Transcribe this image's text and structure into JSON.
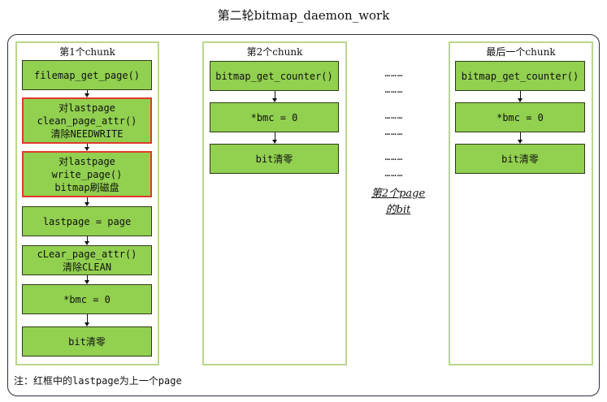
{
  "title": "第二轮bitmap_daemon_work",
  "chunks": [
    {
      "title": "第1个chunk",
      "boxes": [
        {
          "lines": [
            "filemap_get_page()"
          ],
          "red": false
        },
        {
          "lines": [
            "对lastpage",
            "clean_page_attr()",
            "清除NEEDWRITE"
          ],
          "red": true
        },
        {
          "lines": [
            "对lastpage",
            "write_page()",
            "bitmap刷磁盘"
          ],
          "red": true
        },
        {
          "lines": [
            "lastpage = page"
          ],
          "red": false
        },
        {
          "lines": [
            "cLear_page_attr()",
            "清除CLEAN"
          ],
          "red": false
        },
        {
          "lines": [
            "*bmc = 0"
          ],
          "red": false
        },
        {
          "lines": [
            "bit清零"
          ],
          "red": false
        }
      ]
    },
    {
      "title": "第2个chunk",
      "boxes": [
        {
          "lines": [
            "bitmap_get_counter()"
          ],
          "red": false
        },
        {
          "lines": [
            "*bmc = 0"
          ],
          "red": false
        },
        {
          "lines": [
            "bit清零"
          ],
          "red": false
        }
      ]
    },
    {
      "title": "最后一个chunk",
      "boxes": [
        {
          "lines": [
            "bitmap_get_counter()"
          ],
          "red": false
        },
        {
          "lines": [
            "*bmc = 0"
          ],
          "red": false
        },
        {
          "lines": [
            "bit清零"
          ],
          "red": false
        }
      ]
    }
  ],
  "dots": [
    "………",
    "………",
    "………",
    "………",
    "………",
    "………"
  ],
  "middle_label": [
    "第2个page",
    "的bit"
  ],
  "note": "注：红框中的lastpage为上一个page"
}
